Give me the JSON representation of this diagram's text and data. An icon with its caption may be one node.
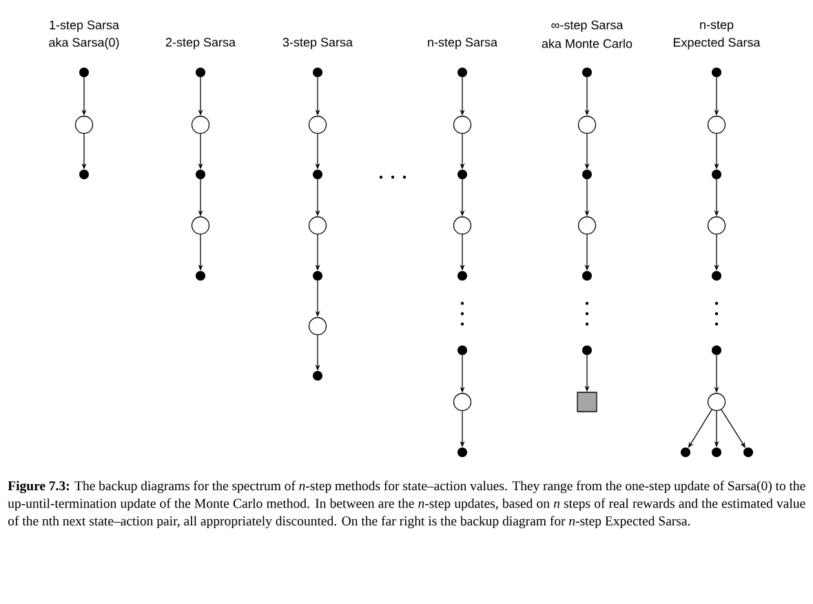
{
  "diagram": {
    "caption": "**Figure 7.3:** The backup diagrams for the spectrum of *n*-step methods for state–action values. They range from the one-step update of Sarsa(0) to the up-until-termination update of the Monte Carlo method. In between are the *n*-step updates, based on *n* steps of real rewards and the estimated value of the nth next state–action pair, all appropriately discounted. On the far right is the backup diagram for *n*-step Expected Sarsa.",
    "nodes": [
      {
        "text": [],
        "shape": "dot"
      },
      {
        "text": [],
        "shape": "circle"
      },
      {
        "text": [],
        "shape": "dot"
      },
      {
        "text": [],
        "shape": "dot"
      },
      {
        "text": [],
        "shape": "circle"
      },
      {
        "text": [],
        "shape": "dot"
      },
      {
        "text": [],
        "shape": "circle"
      },
      {
        "text": [],
        "shape": "dot"
      },
      {
        "text": [],
        "shape": "dot"
      },
      {
        "text": [],
        "shape": "circle"
      },
      {
        "text": [],
        "shape": "dot"
      },
      {
        "text": [],
        "shape": "circle"
      },
      {
        "text": [],
        "shape": "dot"
      },
      {
        "text": [],
        "shape": "circle"
      },
      {
        "text": [],
        "shape": "dot"
      },
      {
        "text": [],
        "shape": "dot"
      },
      {
        "text": [],
        "shape": "circle"
      },
      {
        "text": [],
        "shape": "dot"
      },
      {
        "text": [],
        "shape": "circle"
      },
      {
        "text": [],
        "shape": "dot"
      },
      {
        "text": [],
        "shape": "dot"
      },
      {
        "text": [],
        "shape": "circle"
      },
      {
        "text": [],
        "shape": "dot"
      },
      {
        "text": [],
        "shape": "dot"
      },
      {
        "text": [],
        "shape": "circle"
      },
      {
        "text": [],
        "shape": "dot"
      },
      {
        "text": [],
        "shape": "circle"
      },
      {
        "text": [],
        "shape": "dot"
      },
      {
        "text": [],
        "shape": "dot"
      },
      {
        "text": [],
        "shape": "box"
      },
      {
        "text": [],
        "shape": "dot"
      },
      {
        "text": [],
        "shape": "circle"
      },
      {
        "text": [],
        "shape": "dot"
      },
      {
        "text": [],
        "shape": "circle"
      },
      {
        "text": [],
        "shape": "dot"
      },
      {
        "text": [],
        "shape": "dot"
      },
      {
        "text": [],
        "shape": "circle"
      },
      {
        "text": [],
        "shape": "dot"
      },
      {
        "text": [],
        "shape": "dot"
      },
      {
        "text": [],
        "shape": "dot"
      }
    ],
    "edges": [
      {
        "from": 0,
        "to": 1,
        "arrow": "to"
      },
      {
        "from": 1,
        "to": 2,
        "arrow": "to"
      },
      {
        "from": 3,
        "to": 4,
        "arrow": "to"
      },
      {
        "from": 4,
        "to": 5,
        "arrow": "to"
      },
      {
        "from": 5,
        "to": 6,
        "arrow": "to"
      },
      {
        "from": 6,
        "to": 7,
        "arrow": "to"
      },
      {
        "from": 8,
        "to": 9,
        "arrow": "to"
      },
      {
        "from": 9,
        "to": 10,
        "arrow": "to"
      },
      {
        "from": 10,
        "to": 11,
        "arrow": "to"
      },
      {
        "from": 11,
        "to": 12,
        "arrow": "to"
      },
      {
        "from": 12,
        "to": 13,
        "arrow": "to"
      },
      {
        "from": 13,
        "to": 14,
        "arrow": "to"
      },
      {
        "from": 15,
        "to": 16,
        "arrow": "to"
      },
      {
        "from": 16,
        "to": 17,
        "arrow": "to"
      },
      {
        "from": 17,
        "to": 18,
        "arrow": "to"
      },
      {
        "from": 18,
        "to": 19,
        "arrow": "to"
      },
      {
        "from": 20,
        "to": 21,
        "arrow": "to"
      },
      {
        "from": 21,
        "to": 22,
        "arrow": "to"
      },
      {
        "from": 23,
        "to": 24,
        "arrow": "to"
      },
      {
        "from": 24,
        "to": 25,
        "arrow": "to"
      },
      {
        "from": 25,
        "to": 26,
        "arrow": "to"
      },
      {
        "from": 26,
        "to": 27,
        "arrow": "to"
      },
      {
        "from": 28,
        "to": 29,
        "arrow": "to"
      },
      {
        "from": 30,
        "to": 31,
        "arrow": "to"
      },
      {
        "from": 31,
        "to": 32,
        "arrow": "to"
      },
      {
        "from": 32,
        "to": 33,
        "arrow": "to"
      },
      {
        "from": 33,
        "to": 34,
        "arrow": "to"
      },
      {
        "from": 35,
        "to": 36,
        "arrow": "to"
      },
      {
        "from": 36,
        "to": 37,
        "arrow": "to"
      },
      {
        "from": 36,
        "to": 38,
        "arrow": "to"
      },
      {
        "from": 36,
        "to": 39,
        "arrow": "to"
      }
    ],
    "labels": [
      "1-step Sarsa",
      "aka Sarsa(0)",
      "2-step Sarsa",
      "3-step Sarsa",
      "n-step Sarsa",
      "∞-step Sarsa",
      "aka Monte Carlo",
      "n-step",
      "Expected Sarsa"
    ]
  }
}
